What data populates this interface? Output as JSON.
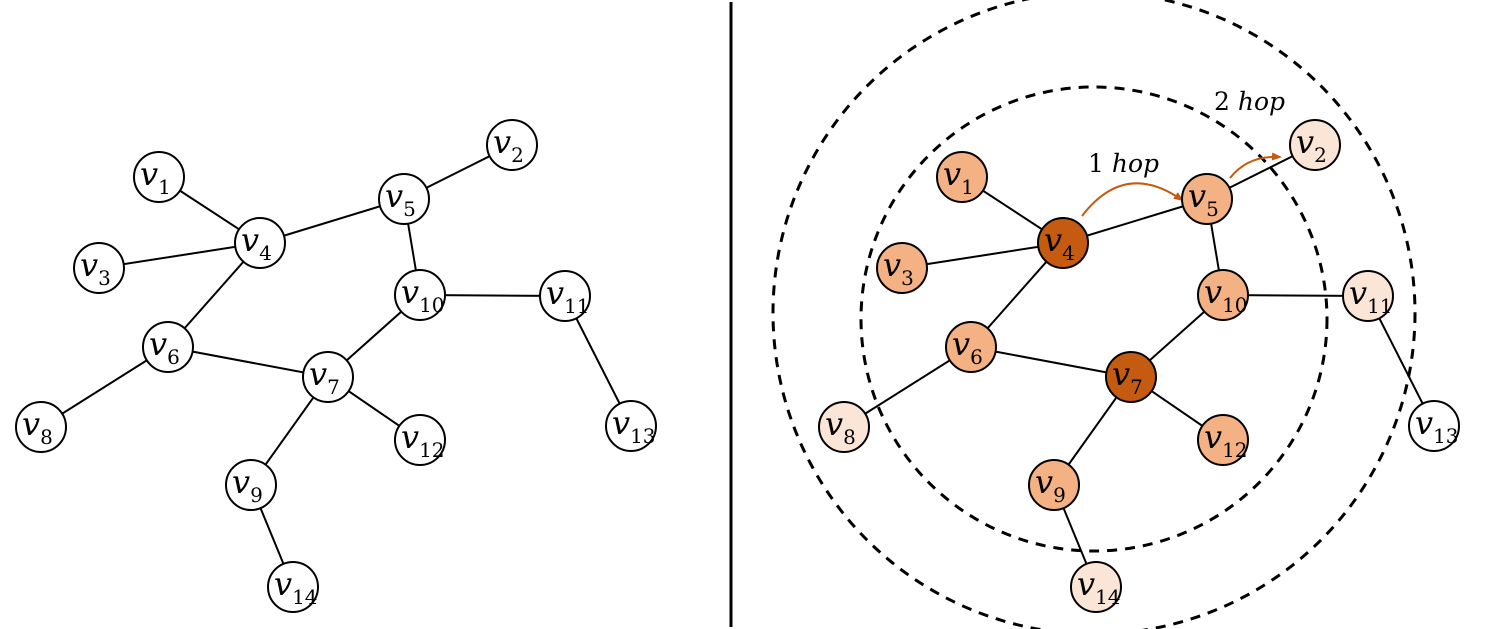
{
  "colors": {
    "stroke": "#000000",
    "plain_fill": "#ffffff",
    "center_fill": "#c55a11",
    "one_hop_fill": "#f4b183",
    "two_hop_fill": "#fbe5d6",
    "arrow": "#c55a11"
  },
  "left_graph": {
    "nodes": [
      {
        "id": "v1",
        "base": "v",
        "sub": "1"
      },
      {
        "id": "v2",
        "base": "v",
        "sub": "2"
      },
      {
        "id": "v3",
        "base": "v",
        "sub": "3"
      },
      {
        "id": "v4",
        "base": "v",
        "sub": "4"
      },
      {
        "id": "v5",
        "base": "v",
        "sub": "5"
      },
      {
        "id": "v6",
        "base": "v",
        "sub": "6"
      },
      {
        "id": "v7",
        "base": "v",
        "sub": "7"
      },
      {
        "id": "v8",
        "base": "v",
        "sub": "8"
      },
      {
        "id": "v9",
        "base": "v",
        "sub": "9"
      },
      {
        "id": "v10",
        "base": "v",
        "sub": "10"
      },
      {
        "id": "v11",
        "base": "v",
        "sub": "11"
      },
      {
        "id": "v12",
        "base": "v",
        "sub": "12"
      },
      {
        "id": "v13",
        "base": "v",
        "sub": "13"
      },
      {
        "id": "v14",
        "base": "v",
        "sub": "14"
      }
    ]
  },
  "right_graph": {
    "nodes": [
      {
        "id": "v1",
        "base": "v",
        "sub": "1",
        "role": "one_hop"
      },
      {
        "id": "v2",
        "base": "v",
        "sub": "2",
        "role": "two_hop"
      },
      {
        "id": "v3",
        "base": "v",
        "sub": "3",
        "role": "one_hop"
      },
      {
        "id": "v4",
        "base": "v",
        "sub": "4",
        "role": "center"
      },
      {
        "id": "v5",
        "base": "v",
        "sub": "5",
        "role": "one_hop"
      },
      {
        "id": "v6",
        "base": "v",
        "sub": "6",
        "role": "one_hop"
      },
      {
        "id": "v7",
        "base": "v",
        "sub": "7",
        "role": "center"
      },
      {
        "id": "v8",
        "base": "v",
        "sub": "8",
        "role": "two_hop"
      },
      {
        "id": "v9",
        "base": "v",
        "sub": "9",
        "role": "one_hop"
      },
      {
        "id": "v10",
        "base": "v",
        "sub": "10",
        "role": "one_hop"
      },
      {
        "id": "v11",
        "base": "v",
        "sub": "11",
        "role": "two_hop"
      },
      {
        "id": "v12",
        "base": "v",
        "sub": "12",
        "role": "one_hop"
      },
      {
        "id": "v13",
        "base": "v",
        "sub": "13",
        "role": "plain"
      },
      {
        "id": "v14",
        "base": "v",
        "sub": "14",
        "role": "two_hop"
      }
    ],
    "hop_labels": {
      "one": {
        "number": "1",
        "word": "hop"
      },
      "two": {
        "number": "2",
        "word": "hop"
      }
    }
  },
  "edges": [
    [
      "v1",
      "v4"
    ],
    [
      "v3",
      "v4"
    ],
    [
      "v4",
      "v5"
    ],
    [
      "v5",
      "v2"
    ],
    [
      "v5",
      "v10"
    ],
    [
      "v4",
      "v6"
    ],
    [
      "v6",
      "v8"
    ],
    [
      "v6",
      "v7"
    ],
    [
      "v7",
      "v10"
    ],
    [
      "v10",
      "v11"
    ],
    [
      "v11",
      "v13"
    ],
    [
      "v7",
      "v12"
    ],
    [
      "v7",
      "v9"
    ],
    [
      "v9",
      "v14"
    ]
  ]
}
